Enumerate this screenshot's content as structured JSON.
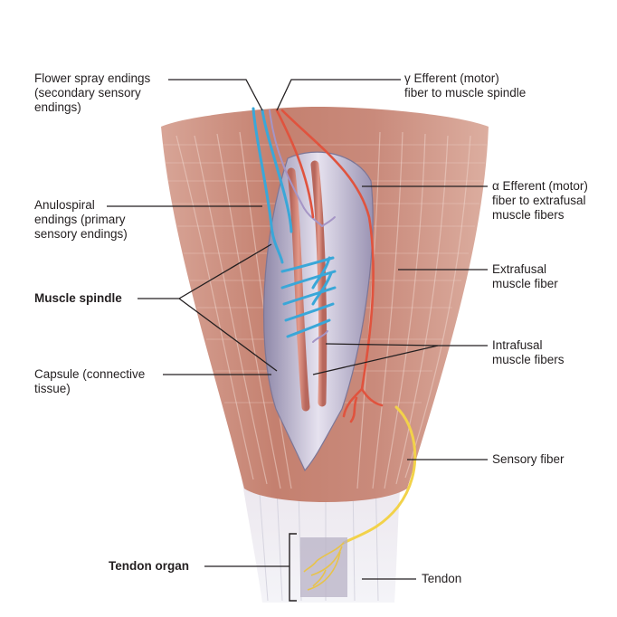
{
  "labels": {
    "flower_spray": "Flower spray endings\n(secondary sensory\nendings)",
    "gamma_efferent": "γ Efferent (motor)\nfiber to muscle spindle",
    "anulospiral": "Anulospiral\nendings (primary\nsensory endings)",
    "alpha_efferent": "α Efferent (motor)\nfiber to extrafusal\nmuscle fibers",
    "extrafusal": "Extrafusal\nmuscle fiber",
    "muscle_spindle": "Muscle spindle",
    "intrafusal": "Intrafusal\nmuscle fibers",
    "capsule": "Capsule (connective\ntissue)",
    "sensory_fiber": "Sensory fiber",
    "tendon_organ": "Tendon organ",
    "tendon": "Tendon"
  },
  "colors": {
    "muscle": "#c98d7e",
    "muscle_light": "#e2b9ac",
    "tendon": "#e9e9f0",
    "capsule": "#b7b1c9",
    "sensory_blue": "#3aa7d8",
    "motor_red": "#e0533e",
    "sensory_yellow": "#f2d24a",
    "leader": "#231f20"
  }
}
